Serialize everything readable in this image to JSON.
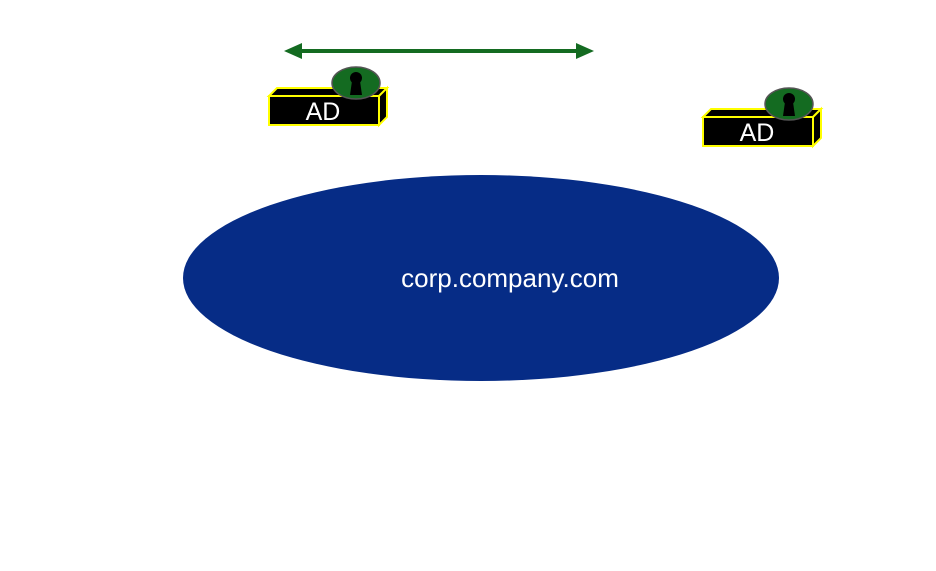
{
  "domain": {
    "name": "corp.company.com",
    "color": "#062C86"
  },
  "servers": [
    {
      "label": "AD"
    },
    {
      "label": "AD"
    }
  ],
  "colors": {
    "arrow": "#146B21",
    "server_body": "#000000",
    "server_outline": "#FFFF00",
    "lock_fill": "#146B21"
  },
  "icons": {
    "server": "ad-server-icon",
    "lock": "keyhole-lock-icon",
    "connector": "double-headed-arrow"
  }
}
